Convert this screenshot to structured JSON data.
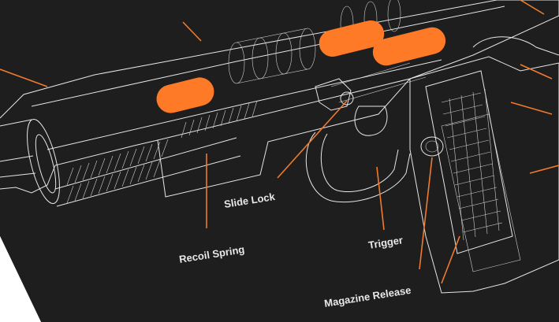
{
  "diagram": {
    "background_color": "#1e1e1e",
    "line_color": "#e6e6e6",
    "accent_color": "#ff7a26",
    "leader_color": "#f07a2e",
    "labels": {
      "slide_lock": "Slide Lock",
      "recoil_spring": "Recoil Spring",
      "trigger": "Trigger",
      "magazine_release": "Magazine Release"
    }
  }
}
